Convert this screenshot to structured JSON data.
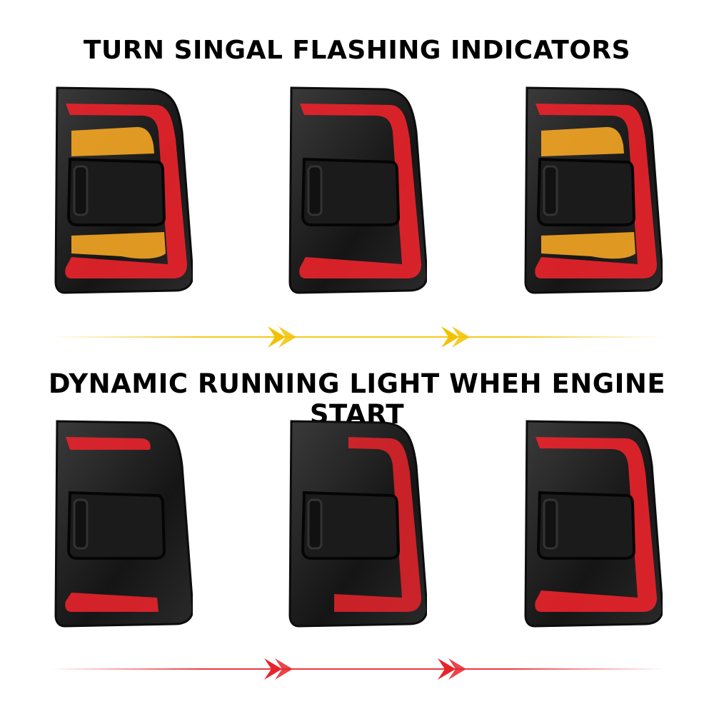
{
  "headings": {
    "top": "TURN SINGAL FLASHING INDICATORS",
    "bottom": "DYNAMIC RUNNING LIGHT WHEH ENGINE START"
  },
  "colors": {
    "red_light": "#e8232b",
    "amber_light": "#f5a623",
    "housing": "#1e1e1e",
    "turn_arrow": "#f2c200",
    "run_arrow": "#e8232b"
  },
  "lamps": [
    {
      "row": "top",
      "state": "turn-on",
      "amber": true,
      "red": "full"
    },
    {
      "row": "top",
      "state": "turn-off",
      "amber": false,
      "red": "full"
    },
    {
      "row": "top",
      "state": "turn-on",
      "amber": true,
      "red": "full"
    },
    {
      "row": "bottom",
      "state": "run-start",
      "amber": false,
      "red": "partial-1"
    },
    {
      "row": "bottom",
      "state": "run-sweep",
      "amber": false,
      "red": "partial-2"
    },
    {
      "row": "bottom",
      "state": "run-full",
      "amber": false,
      "red": "full"
    }
  ]
}
